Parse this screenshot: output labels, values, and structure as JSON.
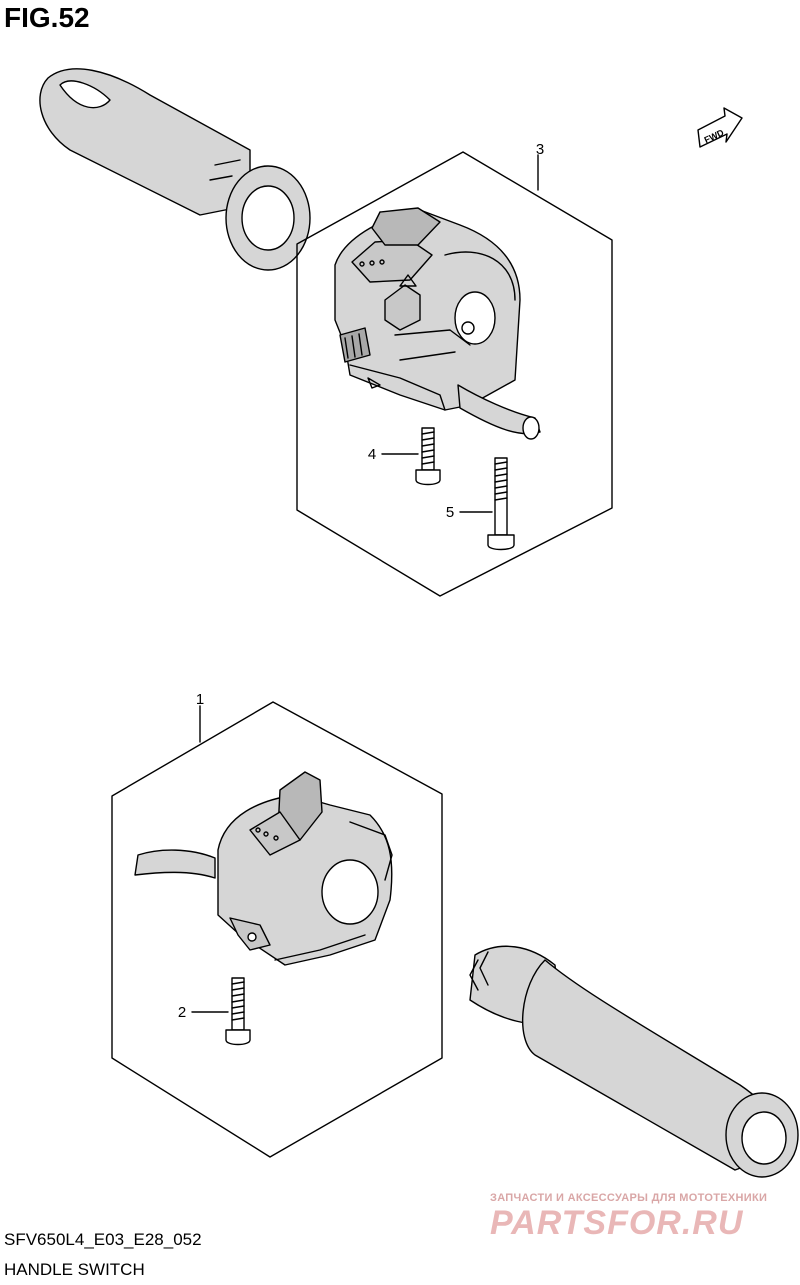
{
  "figure": {
    "title": "FIG.52",
    "code": "SFV650L4_E03_E28_052",
    "name": "HANDLE SWITCH"
  },
  "direction_badge": "FWD",
  "callouts": [
    "1",
    "2",
    "3",
    "4",
    "5"
  ],
  "watermark": {
    "tagline": "ЗАПЧАСТИ И АКСЕССУАРЫ ДЛЯ МОТОТЕХНИКИ",
    "brand": "PARTSFOR.RU"
  }
}
